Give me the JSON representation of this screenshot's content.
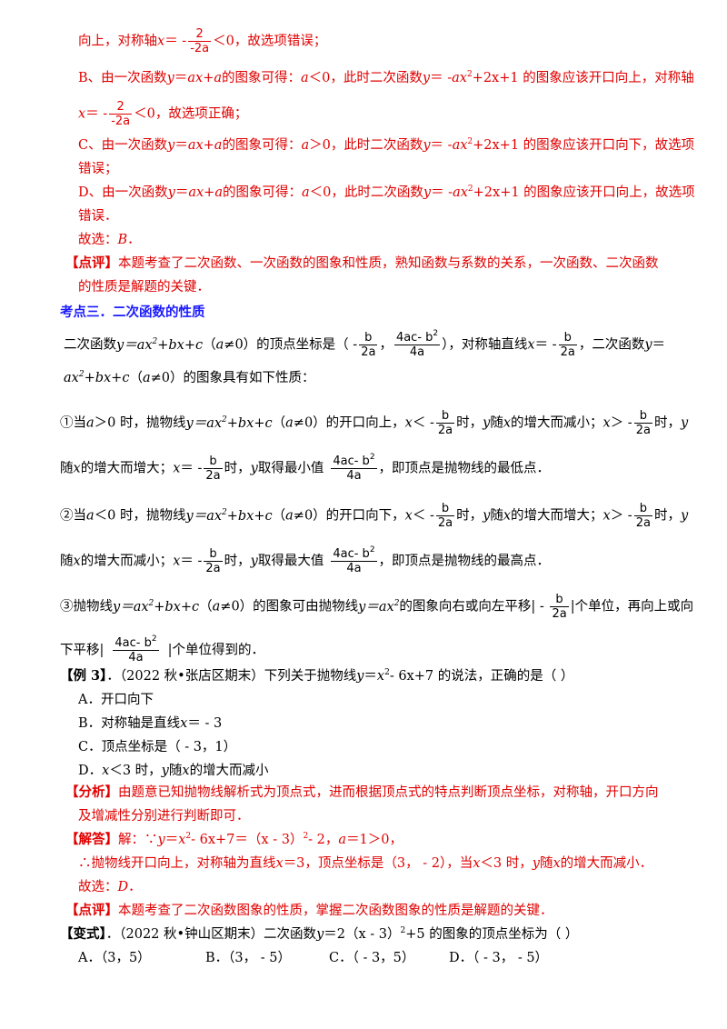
{
  "fractions": {
    "two_over_neg2a": {
      "num": "2",
      "den": "-2a"
    },
    "b_over_2a": {
      "num": "b",
      "den": "2a"
    },
    "vertex_y": {
      "num": "4ac- b",
      "num_sup": "2",
      "den": "4a"
    }
  },
  "lines": {
    "l1_a": "向上，对称轴",
    "l1_x": "x",
    "l1_b": "＝ -",
    "l1_c": "＜0，故选项错误；",
    "l2_a": "B、由一次函数",
    "l2_y": "y",
    "l2_b": "＝",
    "l2_ax": "ax",
    "l2_c": "+",
    "l2_a2": "a",
    "l2_d": "的图象可得：",
    "l2_e": "＜0，此时二次函数",
    "l2_f": "＝ -",
    "l2_g": "+2x+1 的图象应该开口向上，对称轴",
    "l3_x": "x",
    "l3_a": "＝ -",
    "l3_b": "＜0，故选项正确；",
    "l4_a": "C、由一次函数",
    "l4_e": "＞0，此时二次函数",
    "l4_g": "+2x+1 的图象应该开口向下，故选项",
    "l5": "错误；",
    "l6_a": "D、由一次函数",
    "l6_e": "＜0，此时二次函数",
    "l6_g": "+2x+1 的图象应该开口向上，故选项",
    "l7": "错误．",
    "l8_a": "故选：",
    "l8_b": "B",
    "l8_c": "．",
    "l9_tag": "【点评】",
    "l9": "本题考查了二次函数、一次函数的图象和性质，熟知函数与系数的关系，一次函数、二次函数",
    "l10": "的性质是解题的关键．",
    "heading": "考点三．二次函数的性质",
    "p1_a": "二次函数",
    "p1_b": "（",
    "p1_c": "≠0）的顶点坐标是（ -",
    "p1_d": "，",
    "p1_e": "），对称轴直线",
    "p1_f": "＝ -",
    "p1_g": "，二次函数",
    "p2_b": "（",
    "p2_c": "≠0）的图象具有如下性质：",
    "c1_a": "①当",
    "c1_b": "＞0 时，抛物线",
    "c1_c": "≠0）的开口向上，",
    "c1_d": "＜ -",
    "c1_e": "时，",
    "c1_f": "随",
    "c1_g": "的增大而减小；",
    "c1_h": "＞ -",
    "c1_i": "时，",
    "c1b_a": "随",
    "c1b_b": "的增大而增大；",
    "c1b_c": "＝ -",
    "c1b_d": "时，",
    "c1b_e": "取得最小值",
    "c1b_f": "，即顶点是抛物线的最低点．",
    "c2_a": "②当",
    "c2_b": "＜0 时，抛物线",
    "c2_c": "≠0）的开口向下，",
    "c2_g": "的增大而增大；",
    "c2b_b": "的增大而减小；",
    "c2b_e": "取得最大值",
    "c2b_f": "，即顶点是抛物线的最高点．",
    "c3_a": "③抛物线",
    "c3_b": "≠0）的图象可由抛物线",
    "c3_c": "的图象向右或向左平移|",
    "c3_d": "|个单位，再向上或向",
    "c3b_a": "下平移|",
    "c3b_b": "|个单位得到的．",
    "ex3_tag": "【例 3】",
    "ex3_a": "．（2022 秋•张店区期末）下列关于抛物线",
    "ex3_b": "- 6x+7 的说法，正确的是（      ）",
    "optA": "A．开口向下",
    "optB": "B．对称轴是直线",
    "optB2": "＝ - 3",
    "optC": "C．顶点坐标是（ - 3，1）",
    "optD_a": "D．",
    "optD_b": "＜3 时，",
    "optD_c": "随",
    "optD_d": "的增大而减小",
    "an_tag": "【分析】",
    "an1": "由题意已知抛物线解析式为顶点式，进而根据顶点式的特点判断顶点坐标，对称轴，开口方向",
    "an2": "及增减性分别进行判断即可．",
    "sol_tag": "【解答】",
    "sol_a": "解：∵",
    "sol_b": "- 6x+7＝（x - 3）",
    "sol_c": "- 2，",
    "sol_d": "＝1＞0，",
    "sol2_a": "∴抛物线开口向上，对称轴为直线",
    "sol2_b": "＝3，顶点坐标是（3， - 2），当",
    "sol2_c": "＜3 时，",
    "sol2_d": "随",
    "sol2_e": "的增大而减小．",
    "sol3_a": "故选：",
    "sol3_b": "D",
    "sol3_c": "．",
    "cm_tag": "【点评】",
    "cm": "本题考查了二次函数图象的性质，掌握二次函数图象的性质是解题的关键．",
    "var_tag": "【变式】",
    "var_a": "．（2022 秋•钟山区期末）二次函数",
    "var_b": "＝2（x - 3）",
    "var_c": "+5 的图象的顶点坐标为（      ）",
    "vA": "A．（3，5）",
    "vB": "B．（3， - 5）",
    "vC": "C．（ - 3，5）",
    "vD": "D．（ - 3， - 5）"
  }
}
